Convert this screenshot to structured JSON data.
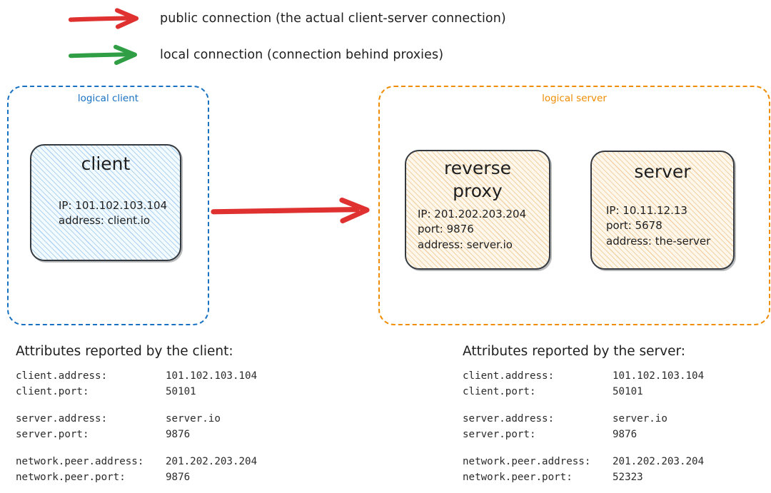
{
  "legend": {
    "items": [
      {
        "icon": "red-arrow-icon",
        "color": "#e03131",
        "label": "public connection (the actual client-server connection)"
      },
      {
        "icon": "green-arrow-icon",
        "color": "#2f9e44",
        "label": "local connection (connection behind proxies)"
      }
    ]
  },
  "groups": {
    "client": {
      "label": "logical client",
      "color": "#1971c2"
    },
    "server": {
      "label": "logical server",
      "color": "#f08c00"
    }
  },
  "nodes": {
    "client": {
      "title": "client",
      "lines": [
        "IP: 101.102.103.104",
        "address: client.io"
      ]
    },
    "reverse_proxy": {
      "title": "reverse\nproxy",
      "lines": [
        "IP: 201.202.203.204",
        "port: 9876",
        "address: server.io"
      ]
    },
    "server": {
      "title": "server",
      "lines": [
        "IP: 10.11.12.13",
        "port: 5678",
        "address: the-server"
      ]
    }
  },
  "connection": {
    "icon": "red-arrow-icon",
    "color": "#e03131",
    "from": "client",
    "to": "reverse proxy"
  },
  "attributes_client": {
    "heading": "Attributes reported by the client:",
    "rows": [
      {
        "key": "client.address:",
        "value": "101.102.103.104"
      },
      {
        "key": "client.port:",
        "value": "50101"
      },
      {
        "key": "",
        "value": ""
      },
      {
        "key": "server.address:",
        "value": "server.io"
      },
      {
        "key": "server.port:",
        "value": "9876"
      },
      {
        "key": "",
        "value": ""
      },
      {
        "key": "network.peer.address:",
        "value": "201.202.203.204"
      },
      {
        "key": "network.peer.port:",
        "value": "9876"
      }
    ]
  },
  "attributes_server": {
    "heading": "Attributes reported by the server:",
    "rows": [
      {
        "key": "client.address:",
        "value": "101.102.103.104"
      },
      {
        "key": "client.port:",
        "value": "50101"
      },
      {
        "key": "",
        "value": ""
      },
      {
        "key": "server.address:",
        "value": "server.io"
      },
      {
        "key": "server.port:",
        "value": "9876"
      },
      {
        "key": "",
        "value": ""
      },
      {
        "key": "network.peer.address:",
        "value": "201.202.203.204"
      },
      {
        "key": "network.peer.port:",
        "value": "52323"
      }
    ]
  }
}
